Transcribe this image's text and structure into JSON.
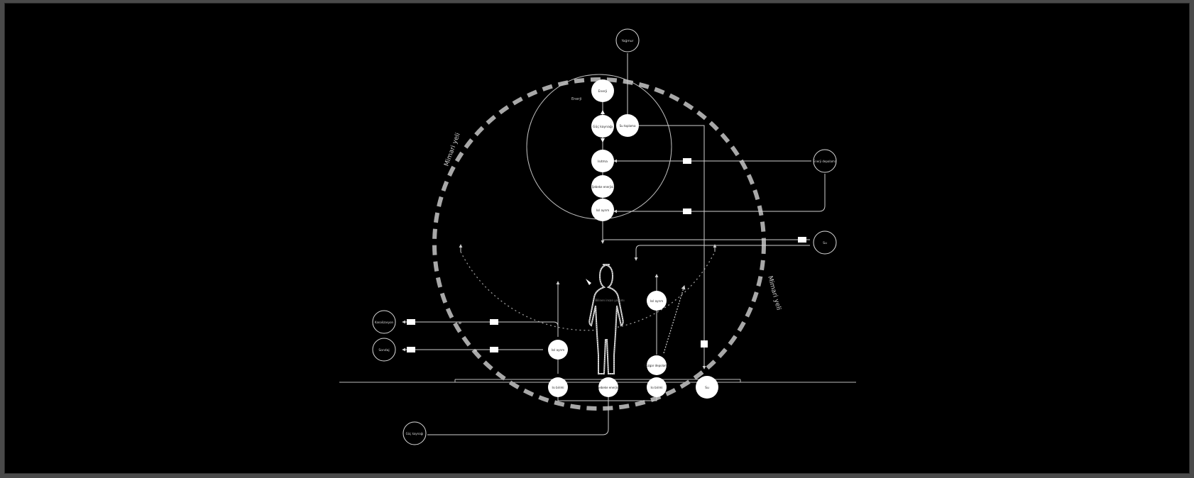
{
  "diagram": {
    "system_label": "Mimari yeli",
    "tank_label": "Enerji",
    "nodes": {
      "yagmur": "Yağmur",
      "enerji": "Enerji",
      "gunes_kaynagi_top": "Güç kaynağı",
      "su_toplama": "Su toplama",
      "isitma": "Isıtma",
      "sebeke_enerjisi_top": "Şebeke enerjisi",
      "enerji_depolama": "Enerji depolama",
      "isi_ayrimi": "Isıl ayrım",
      "gunes_kaynagi_bottom": "Güç kaynağı",
      "rüzgar_depolama": "Rüzgar depolama",
      "isil_ayrimi_right": "Isıl ayrım",
      "su_bottom": "Su",
      "insan": "Bilinen insan yaşamı",
      "kanalizasyon": "Kanalizasyon",
      "sondaj": "Sondaj",
      "isi_bottom_left": "Isı birimi",
      "sebeke_bottom": "Şebeke enerjisi",
      "isi_bottom_right": "Isı birimi",
      "su_right": "Su",
      "gunes_bottom_left": "Güç kaynağı"
    },
    "colors": {
      "background": "#000000",
      "line": "#cfcfcf",
      "dash_ring": "#a8a8a8",
      "node_fill": "#ffffff",
      "node_text": "#222222"
    }
  }
}
